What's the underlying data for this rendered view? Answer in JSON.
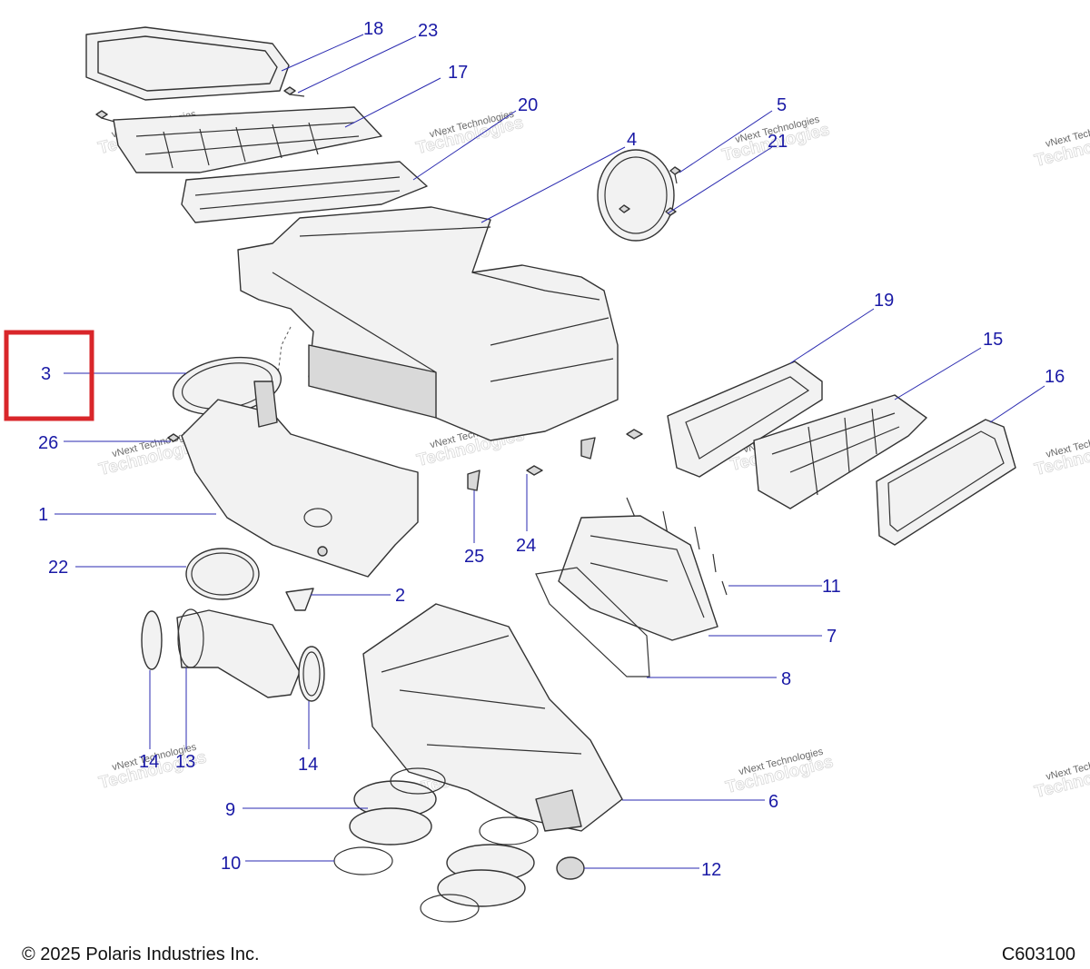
{
  "footer": {
    "copyright": "© 2025 Polaris Industries Inc.",
    "drawing_id": "C603100"
  },
  "watermark": {
    "line1": "vNext Technologies",
    "line2": "Technologies",
    "line3": "vNext"
  },
  "highlighted_callout": "3",
  "highlight_color": "#d9262a",
  "callout_color": "#1a1aa6",
  "callouts": {
    "c1": "1",
    "c2": "2",
    "c3": "3",
    "c4": "4",
    "c5": "5",
    "c6": "6",
    "c7": "7",
    "c8": "8",
    "c9": "9",
    "c10": "10",
    "c11": "11",
    "c12": "12",
    "c13": "13",
    "c14a": "14",
    "c14b": "14",
    "c15": "15",
    "c16": "16",
    "c17": "17",
    "c18": "18",
    "c19": "19",
    "c20": "20",
    "c21": "21",
    "c22": "22",
    "c23": "23",
    "c24": "24",
    "c25": "25",
    "c26": "26"
  }
}
